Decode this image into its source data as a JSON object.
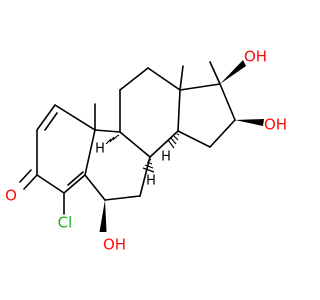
{
  "molecule": {
    "atom_labels": {
      "ketone_oxygen": "O",
      "chlorine": "Cl",
      "hydroxyl_6": "OH",
      "hydroxyl_17": "OH",
      "hydroxyl_16": "OH",
      "stereo_h_8": "H",
      "stereo_h_9": "H",
      "stereo_h_14": "H"
    },
    "colors": {
      "bond": "#000000",
      "oxygen": "#ff0d0d",
      "chlorine": "#1fb31f",
      "hydrogen": "#000000",
      "background": "#ffffff"
    }
  }
}
